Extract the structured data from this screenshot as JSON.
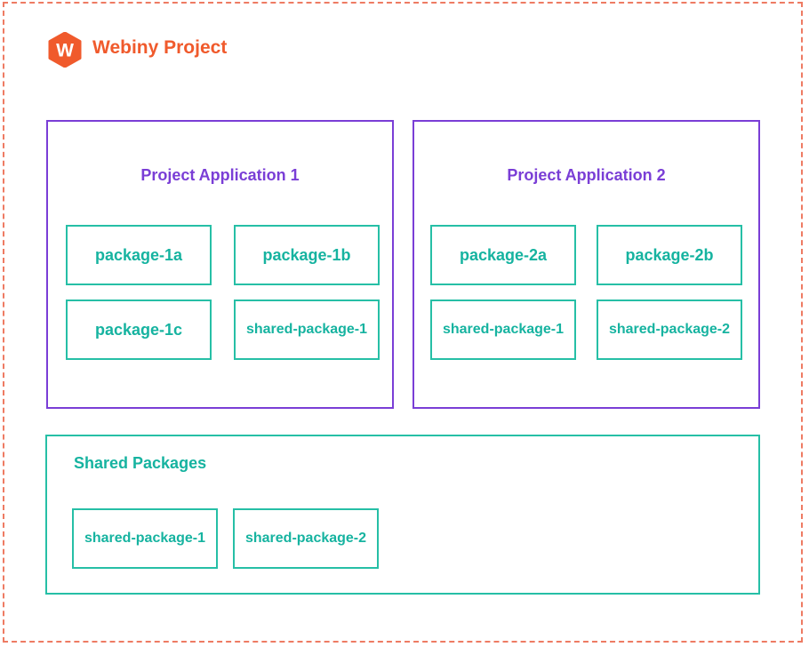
{
  "project": {
    "title": "Webiny Project",
    "logo_letter": "W"
  },
  "apps": [
    {
      "title": "Project Application 1",
      "packages": [
        "package-1a",
        "package-1b",
        "package-1c",
        "shared-package-1"
      ]
    },
    {
      "title": "Project Application 2",
      "packages": [
        "package-2a",
        "package-2b",
        "shared-package-1",
        "shared-package-2"
      ]
    }
  ],
  "shared": {
    "title": "Shared Packages",
    "packages": [
      "shared-package-1",
      "shared-package-2"
    ]
  },
  "colors": {
    "project_border": "#ee7b63",
    "brand": "#f05a2c",
    "application": "#7a3ed6",
    "package": "#16b3a0"
  }
}
